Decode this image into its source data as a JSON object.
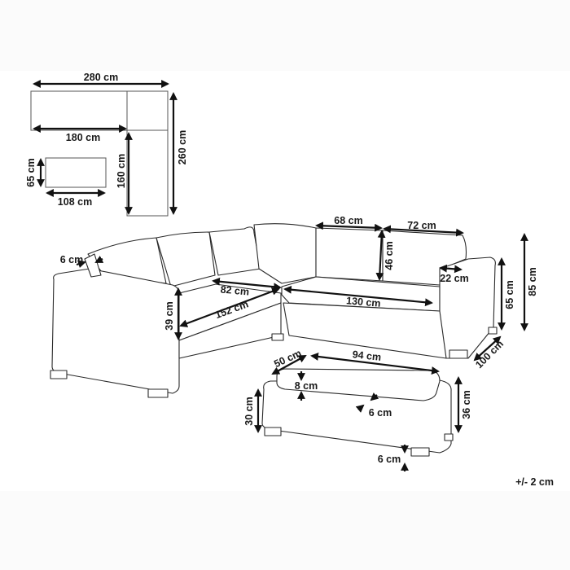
{
  "diagram": {
    "type": "product dimension drawing",
    "subject": "corner sofa set with ottoman",
    "tolerance": "+/- 2 cm",
    "floor_plan": {
      "overall_width": "280 cm",
      "overall_depth": "260 cm",
      "left_section_length": "180 cm",
      "right_section_length": "160 cm",
      "ottoman_width": "108 cm",
      "ottoman_depth": "65 cm"
    },
    "sofa": {
      "back_cushion_thickness": "6 cm",
      "seat_depth": "82 cm",
      "left_seat_width": "152 cm",
      "seat_height": "39 cm",
      "back_cushion_width_1": "68 cm",
      "back_cushion_width_2": "72 cm",
      "back_cushion_height": "46 cm",
      "armrest_width": "22 cm",
      "right_seat_width": "130 cm",
      "arm_height": "65 cm",
      "total_height": "85 cm",
      "depth": "100 cm"
    },
    "ottoman": {
      "cushion_depth": "50 cm",
      "cushion_width": "94 cm",
      "cushion_thickness": "8 cm",
      "frame_rim": "6 cm",
      "frame_height": "30 cm",
      "total_height": "36 cm",
      "leg_height": "6 cm"
    }
  }
}
